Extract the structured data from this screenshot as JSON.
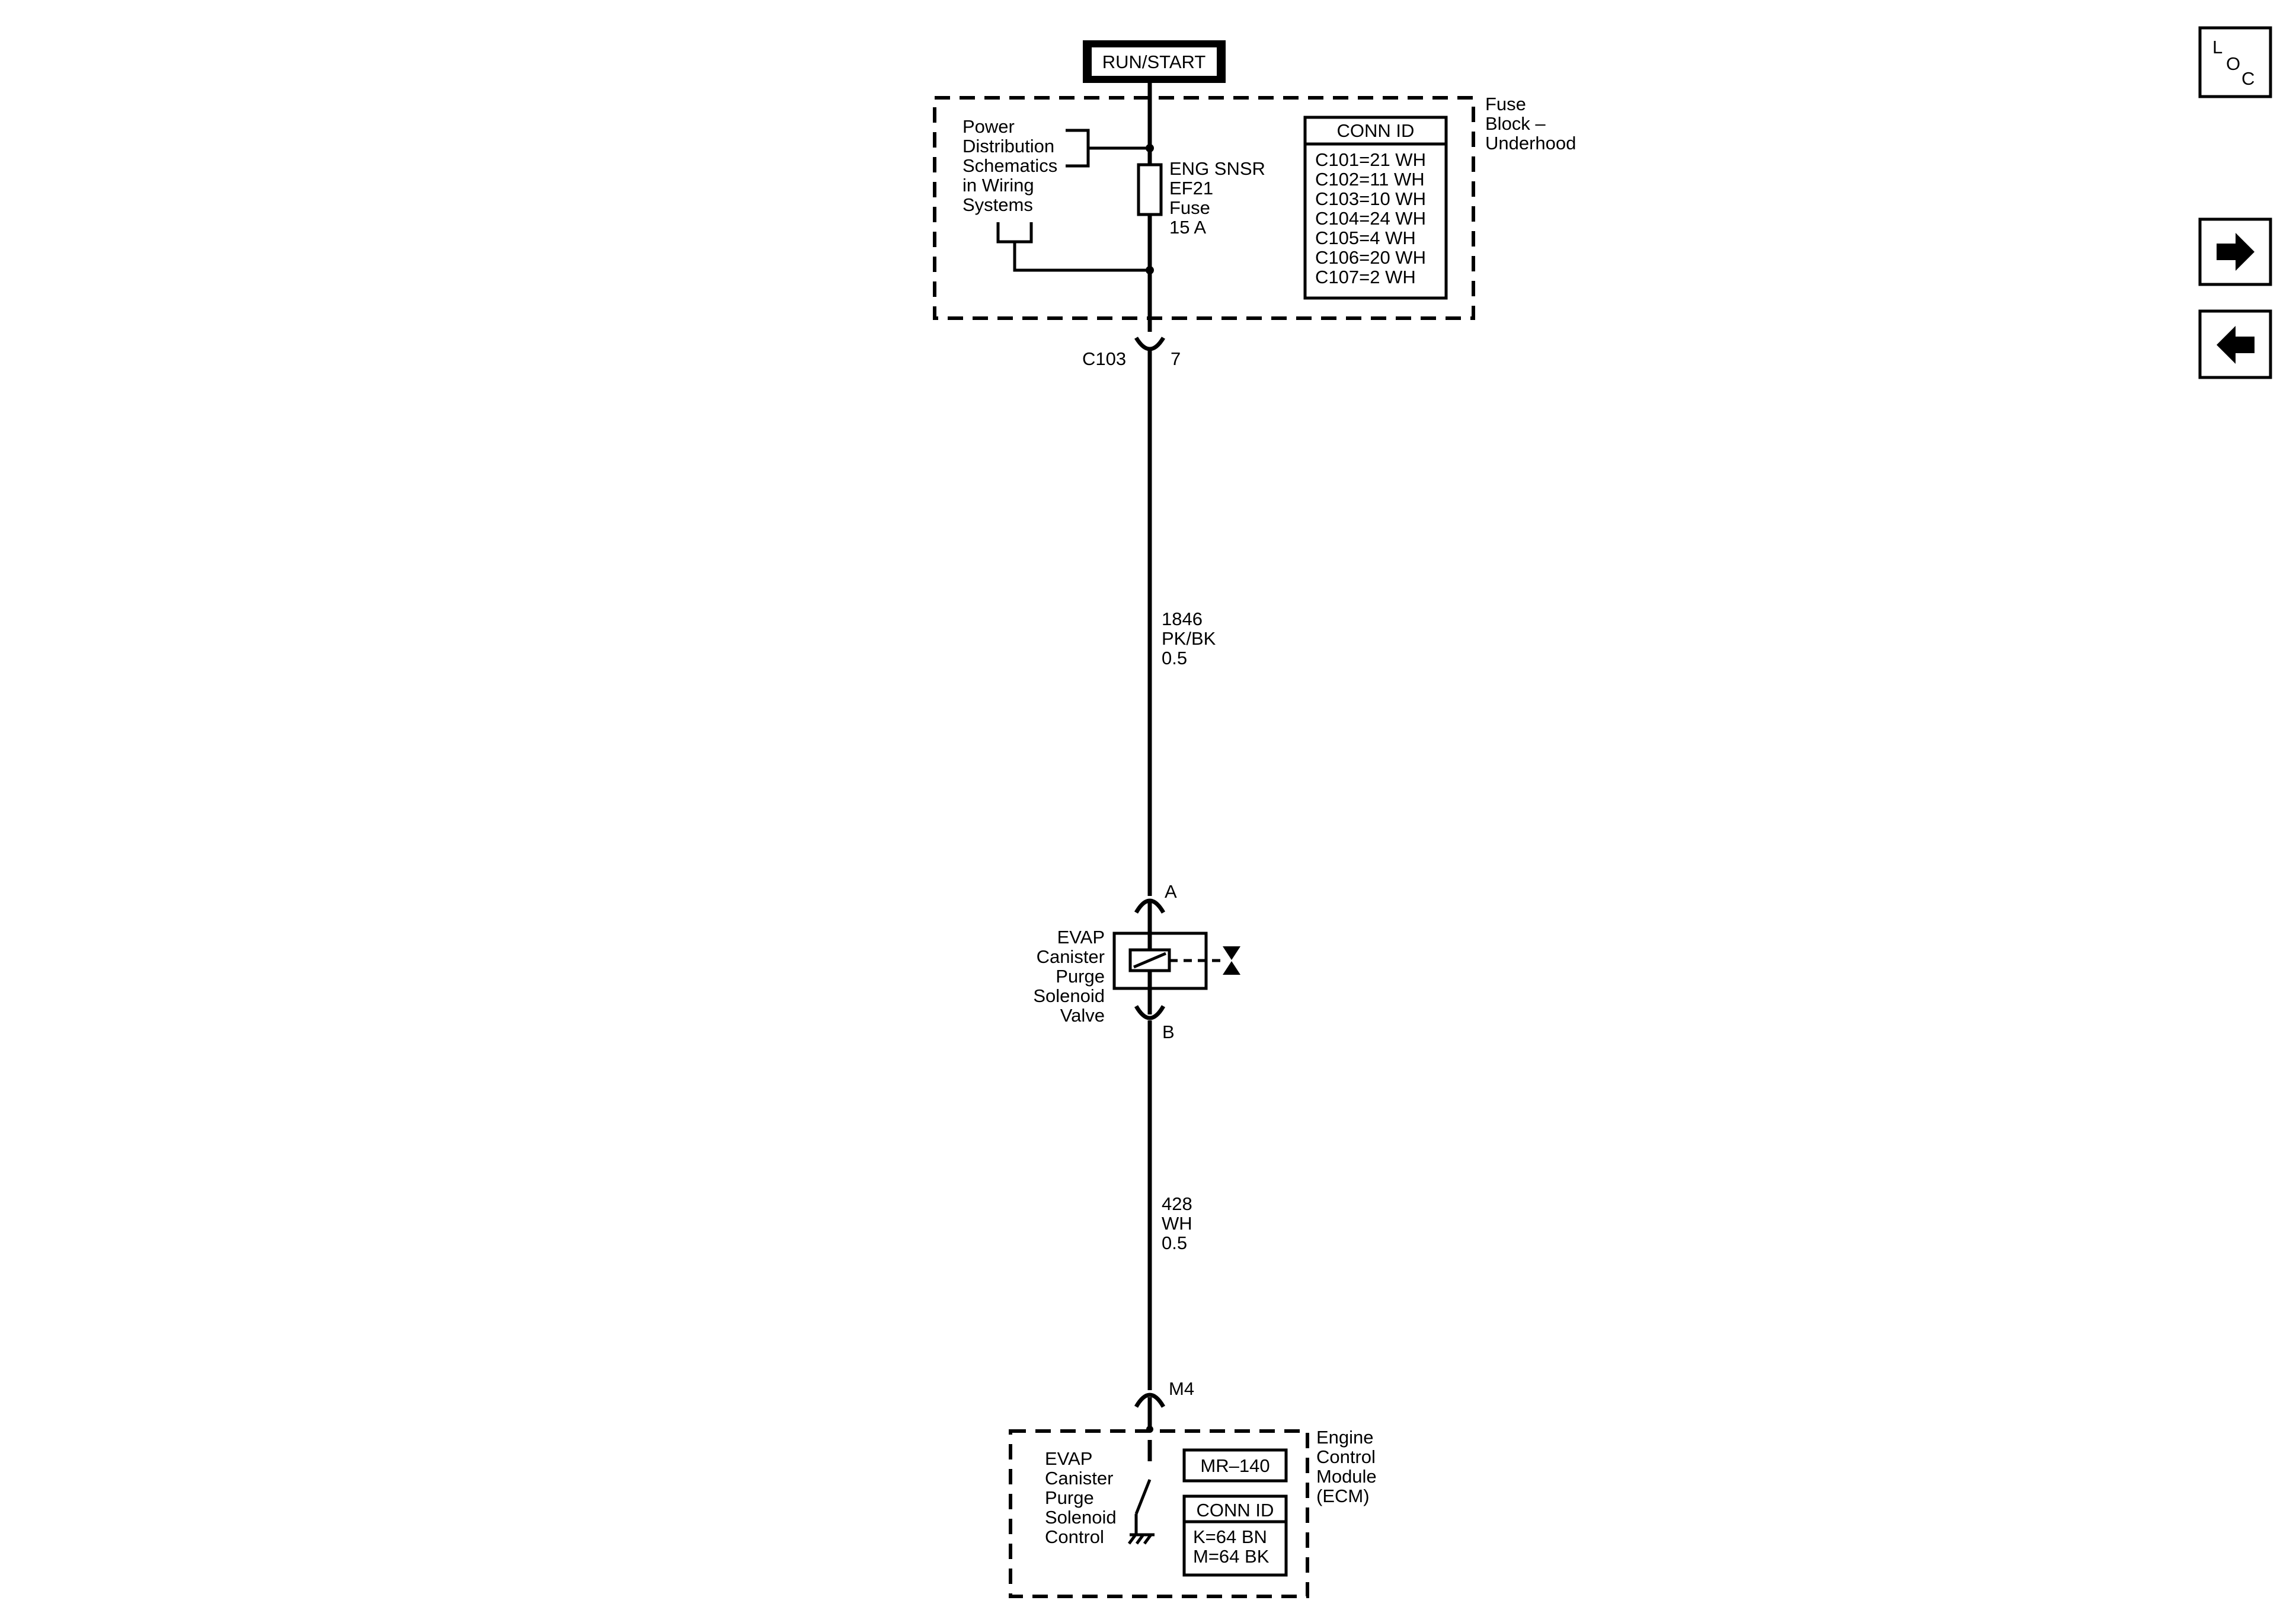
{
  "power_source": {
    "label": "RUN/START"
  },
  "fuse_block": {
    "name": [
      "Fuse",
      "Block –",
      "Underhood"
    ],
    "power_dist_ref": [
      "Power",
      "Distribution",
      "Schematics",
      "in Wiring",
      "Systems"
    ],
    "fuse_label": [
      "ENG SNSR",
      "EF21",
      "Fuse",
      "15 A"
    ],
    "conn_id": {
      "title": "CONN ID",
      "rows": [
        "C101=21 WH",
        "C102=11 WH",
        "C103=10 WH",
        "C104=24 WH",
        "C105=4 WH",
        "C106=20 WH",
        "C107=2 WH"
      ]
    }
  },
  "connector_c103": {
    "name": "C103",
    "pin": "7"
  },
  "wire_1": {
    "circuit": "1846",
    "color": "PK/BK",
    "gauge": "0.5"
  },
  "solenoid": {
    "name": [
      "EVAP",
      "Canister",
      "Purge",
      "Solenoid",
      "Valve"
    ],
    "pin_top": "A",
    "pin_bottom": "B"
  },
  "wire_2": {
    "circuit": "428",
    "color": "WH",
    "gauge": "0.5"
  },
  "ecm_connector": {
    "pin": "M4"
  },
  "ecm": {
    "name": [
      "Engine",
      "Control",
      "Module",
      "(ECM)"
    ],
    "control_label": [
      "EVAP",
      "Canister",
      "Purge",
      "Solenoid",
      "Control"
    ],
    "mr_ref": "MR–140",
    "conn_id": {
      "title": "CONN ID",
      "rows": [
        "K=64 BN",
        "M=64 BK"
      ]
    }
  },
  "nav": {
    "loc_letters": [
      "L",
      "O",
      "C"
    ],
    "forward_icon": "right-arrow-icon",
    "back_icon": "left-arrow-icon"
  }
}
